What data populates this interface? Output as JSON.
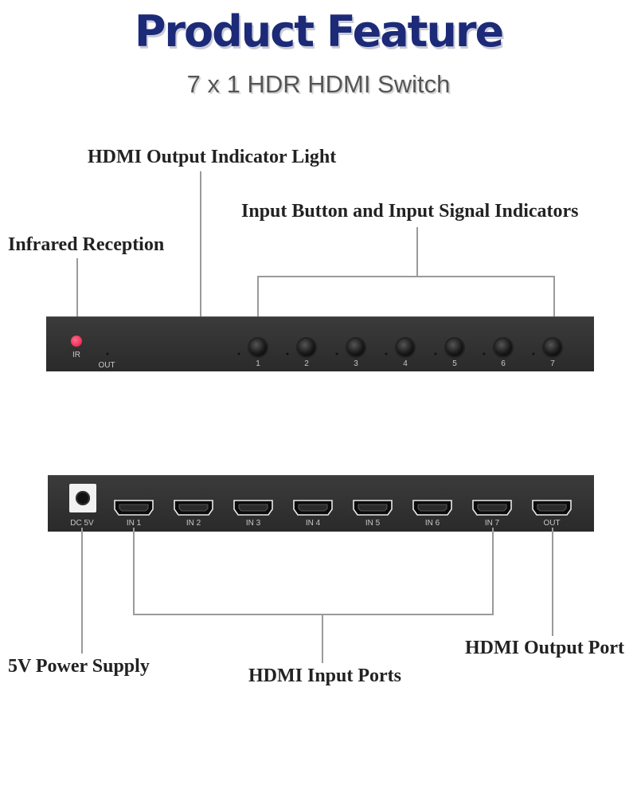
{
  "header": {
    "title": "Product Feature",
    "subtitle": "7 x 1 HDR HDMI Switch"
  },
  "callouts": {
    "output_indicator": "HDMI Output Indicator Light",
    "input_buttons": "Input Button and Input Signal Indicators",
    "infrared": "Infrared Reception",
    "power": "5V Power Supply",
    "input_ports": "HDMI Input Ports",
    "output_port": "HDMI Output Port"
  },
  "front_panel": {
    "ir_label": "IR",
    "out_label": "OUT",
    "buttons": [
      "1",
      "2",
      "3",
      "4",
      "5",
      "6",
      "7"
    ],
    "ir_color": "#e01640",
    "panel_color": "#2f2f2f"
  },
  "back_panel": {
    "dc_label": "DC 5V",
    "ports": [
      "IN 1",
      "IN 2",
      "IN 3",
      "IN 4",
      "IN 5",
      "IN 6",
      "IN 7",
      "OUT"
    ]
  },
  "colors": {
    "title": "#1c2a78",
    "callout_text": "#222222",
    "leader_line": "#9a9a9a"
  }
}
